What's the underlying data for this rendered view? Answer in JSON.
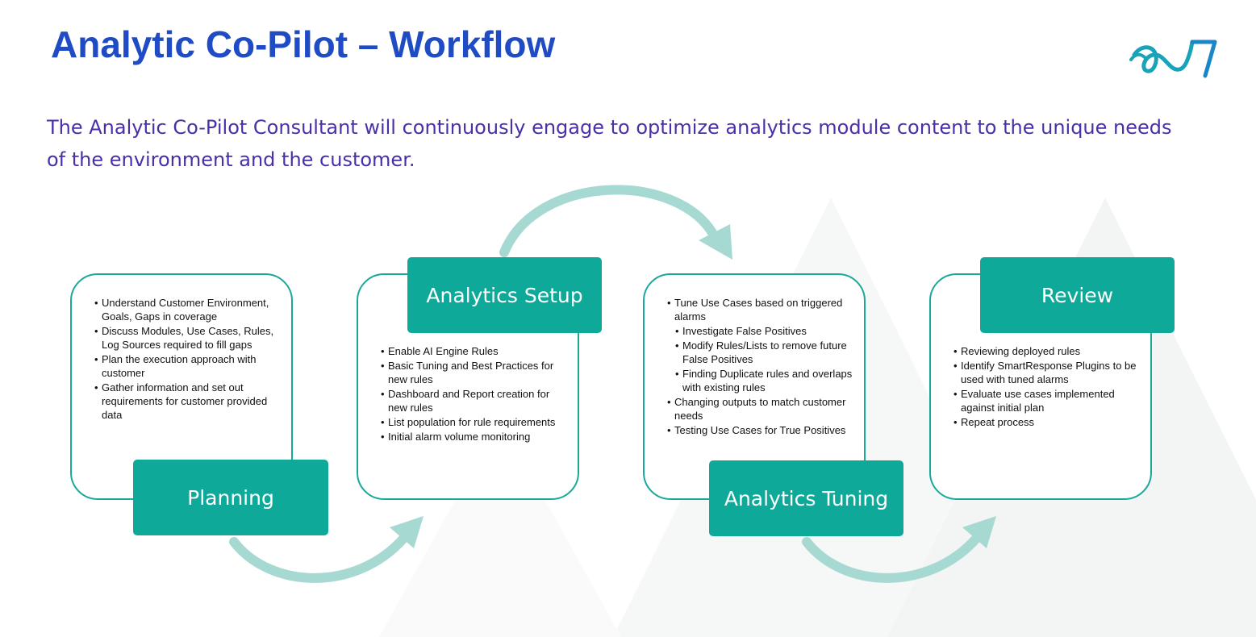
{
  "title": "Analytic Co-Pilot – Workflow",
  "subtitle": "The Analytic Co-Pilot Consultant will continuously engage to optimize analytics module content to the unique needs of the environment and the customer.",
  "colors": {
    "title": "#1f4cc4",
    "subtitle": "#4a2fa8",
    "accent": "#0fa99a",
    "box_border": "#19a89a",
    "arrow": "#a7d9d3",
    "logo": "#1aa3b8"
  },
  "logo_icon": "wave-logo-icon",
  "stages": [
    {
      "label": "Planning",
      "items": [
        "Understand Customer Environment, Goals, Gaps in coverage",
        "Discuss Modules, Use Cases, Rules, Log Sources required to fill gaps",
        "Plan the execution approach with customer",
        "Gather information and set out requirements for customer provided data"
      ]
    },
    {
      "label": "Analytics Setup",
      "items": [
        "Enable AI Engine Rules",
        "Basic Tuning and Best Practices for new rules",
        "Dashboard and Report creation for new rules",
        "List population for rule requirements",
        "Initial alarm volume monitoring"
      ]
    },
    {
      "label": "Analytics Tuning",
      "items": [
        "Tune Use Cases based on triggered alarms",
        "Investigate False Positives",
        "Modify Rules/Lists to remove future False Positives",
        "Finding Duplicate rules and overlaps with existing rules",
        "Changing outputs to match customer needs",
        "Testing Use Cases for True Positives"
      ]
    },
    {
      "label": "Review",
      "items": [
        "Reviewing deployed rules",
        "Identify SmartResponse Plugins to be used with tuned alarms",
        "Evaluate use cases implemented against initial plan",
        "Repeat process"
      ]
    }
  ]
}
